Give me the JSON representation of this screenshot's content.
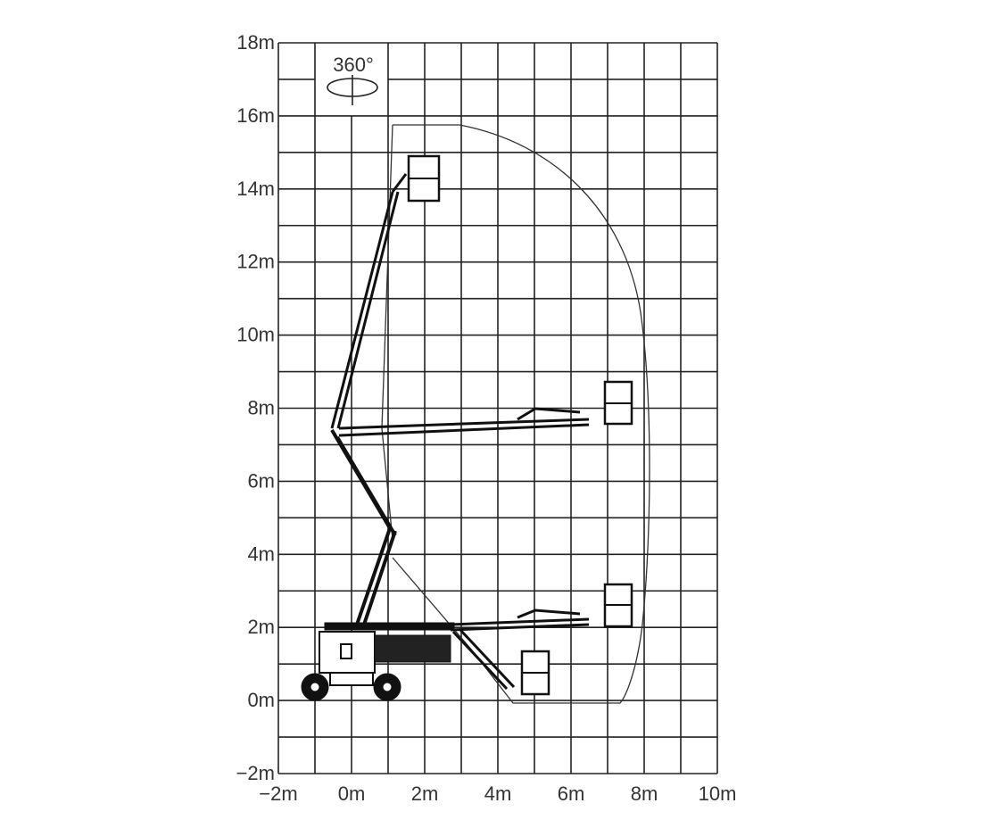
{
  "diagram": {
    "type": "working-range",
    "rotation_label": "360°",
    "x_ticks": [
      "−2m",
      "0m",
      "2m",
      "4m",
      "6m",
      "8m",
      "10m"
    ],
    "y_ticks": [
      "18m",
      "16m",
      "14m",
      "12m",
      "10m",
      "8m",
      "6m",
      "4m",
      "2m",
      "0m",
      "−2m"
    ],
    "x_range_m": [
      -2,
      10
    ],
    "y_range_m": [
      -2,
      18
    ],
    "grid_step_m": 1,
    "max_platform_height_m": 15.8,
    "max_outreach_m": 8,
    "colors": {
      "line": "#222222",
      "background": "#ffffff"
    }
  }
}
